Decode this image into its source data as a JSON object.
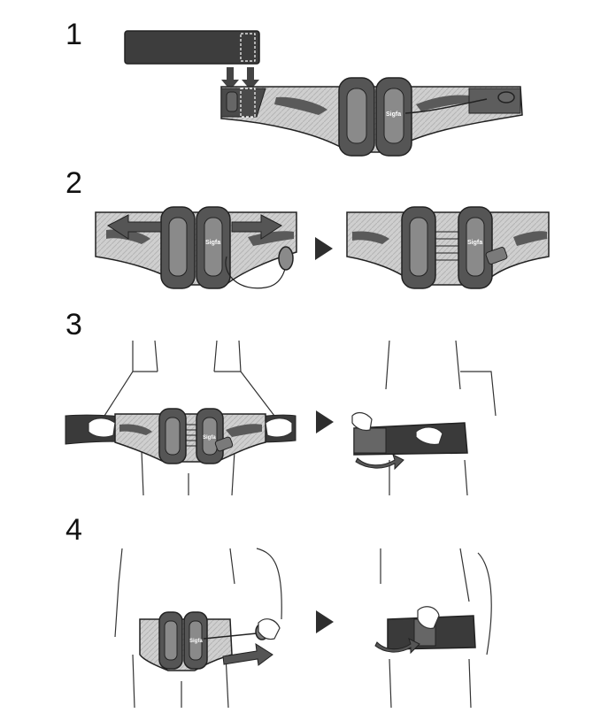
{
  "steps": [
    {
      "number": "1"
    },
    {
      "number": "2"
    },
    {
      "number": "3"
    },
    {
      "number": "4"
    }
  ],
  "brand_mark": "Sigfa",
  "colors": {
    "belt_light": "#c9c9c9",
    "belt_mid": "#9a9a9a",
    "belt_dark": "#5a5a5a",
    "belt_darkest": "#3a3a3a",
    "outline": "#222222",
    "arrow": "#2e2e2e"
  },
  "icons": [
    "down-arrow-icon",
    "left-arrow-icon",
    "right-arrow-icon",
    "next-triangle-icon",
    "curved-arrow-icon"
  ]
}
